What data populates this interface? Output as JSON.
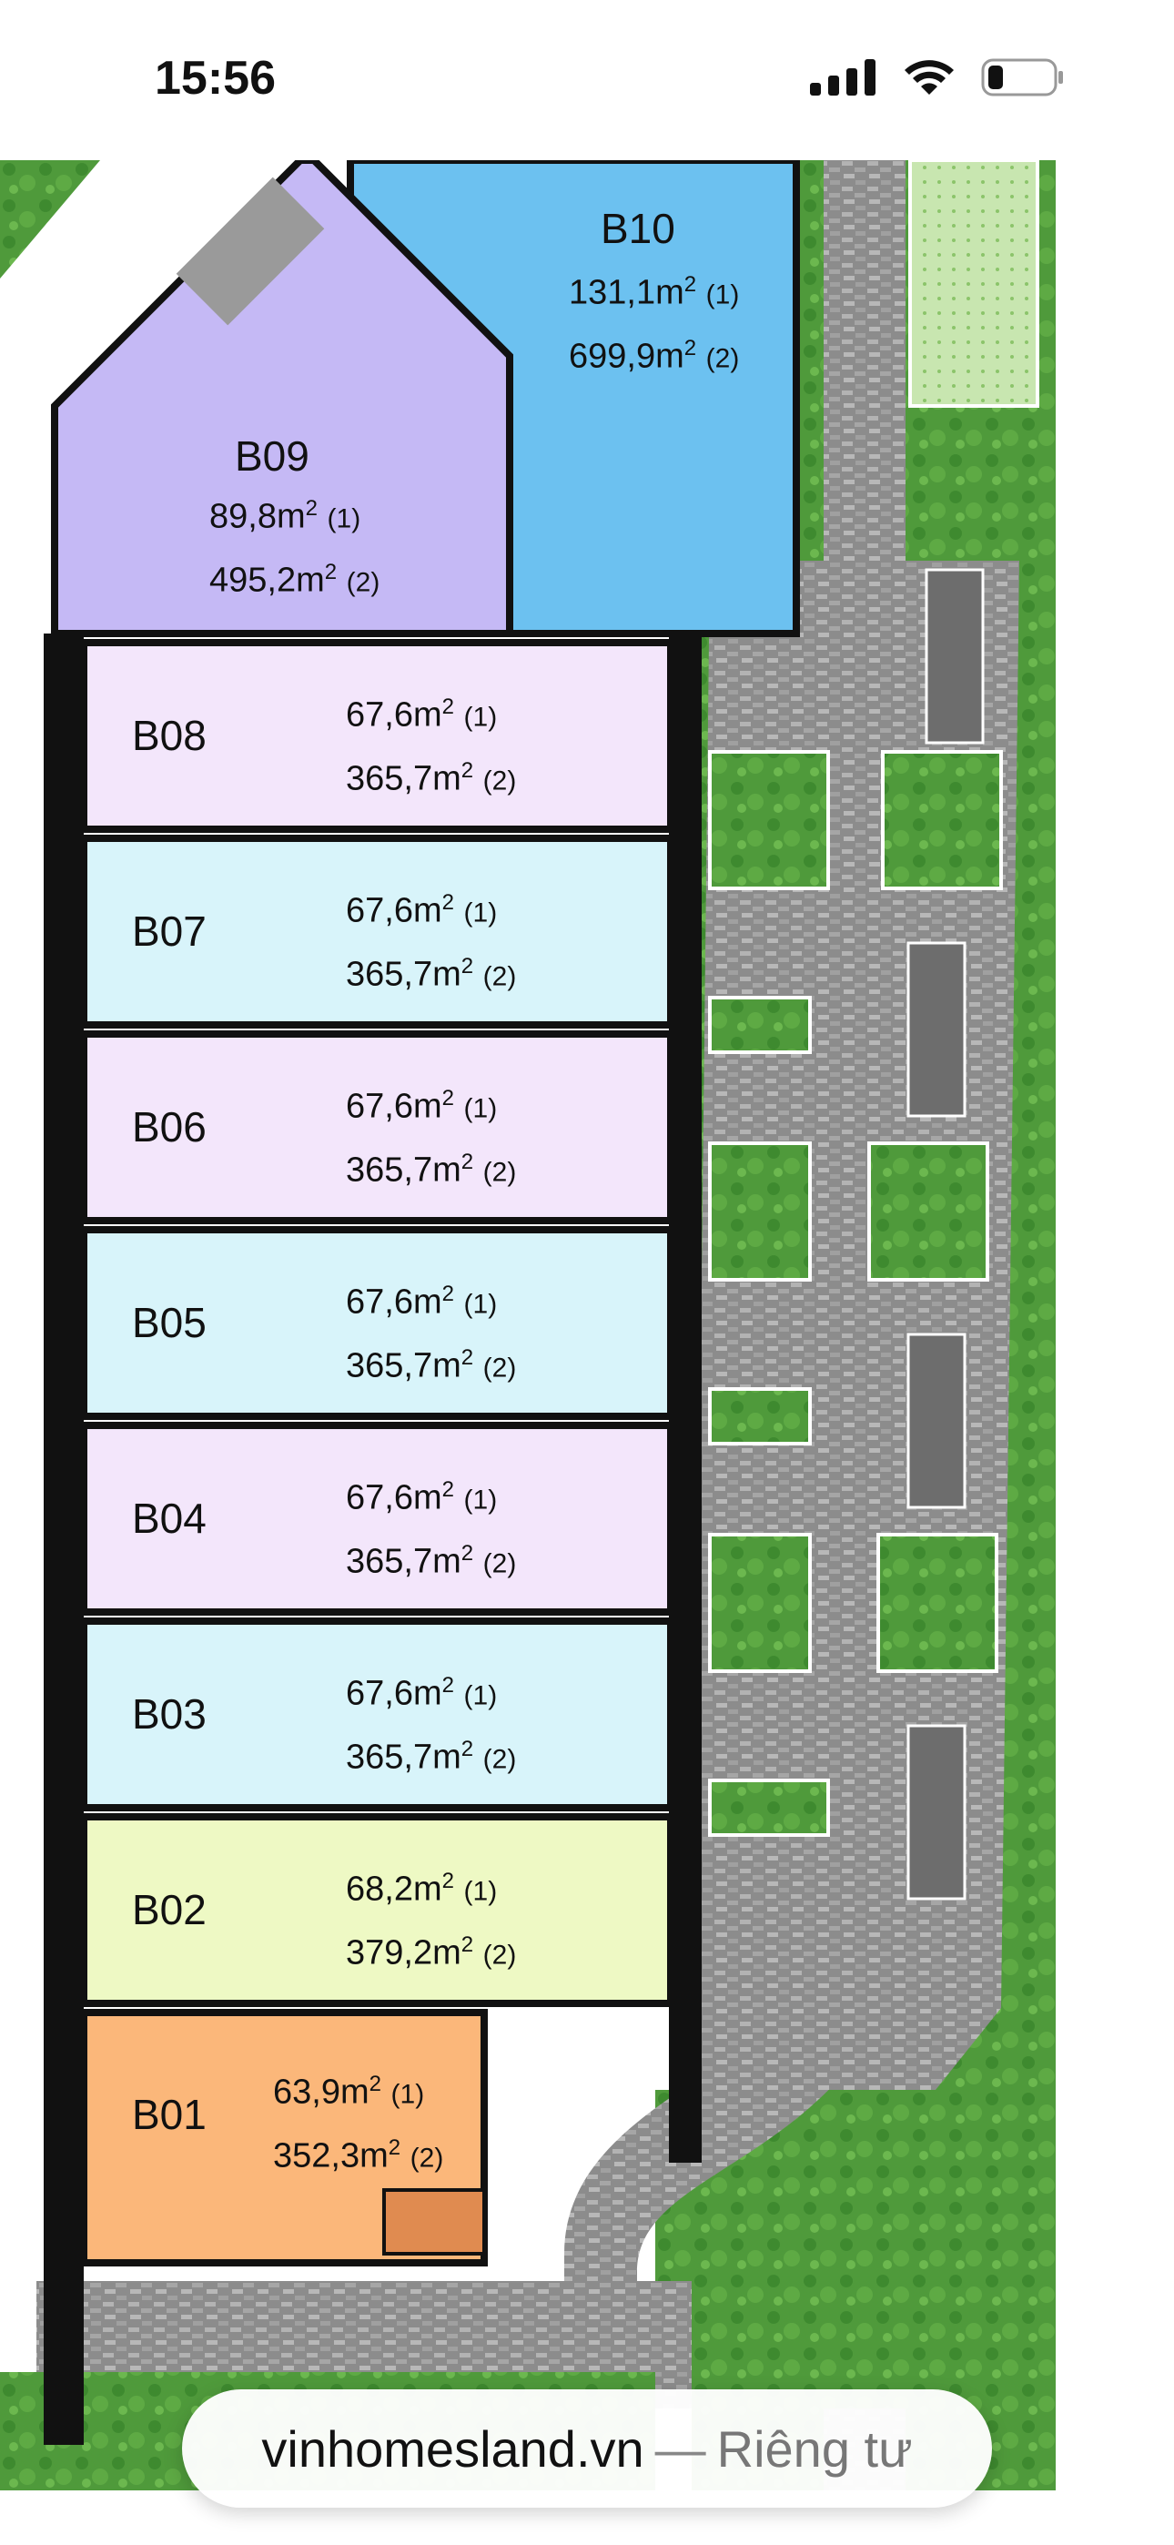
{
  "status_bar": {
    "time": "15:56"
  },
  "units": [
    {
      "id": "B10",
      "area1": "131,1m",
      "area2": "699,9m"
    },
    {
      "id": "B09",
      "area1": "89,8m",
      "area2": "495,2m"
    },
    {
      "id": "B08",
      "area1": "67,6m",
      "area2": "365,7m"
    },
    {
      "id": "B07",
      "area1": "67,6m",
      "area2": "365,7m"
    },
    {
      "id": "B06",
      "area1": "67,6m",
      "area2": "365,7m"
    },
    {
      "id": "B05",
      "area1": "67,6m",
      "area2": "365,7m"
    },
    {
      "id": "B04",
      "area1": "67,6m",
      "area2": "365,7m"
    },
    {
      "id": "B03",
      "area1": "67,6m",
      "area2": "365,7m"
    },
    {
      "id": "B02",
      "area1": "68,2m",
      "area2": "379,2m"
    },
    {
      "id": "B01",
      "area1": "63,9m",
      "area2": "352,3m"
    }
  ],
  "notes": {
    "sup": "2",
    "n1": "(1)",
    "n2": "(2)"
  },
  "colors": {
    "b10": "#6cc1f0",
    "b09": "#c5b9f5",
    "pink": "#f3e6fb",
    "cyan": "#d8f4fa",
    "lime": "#eef9c4",
    "orange": "#fbb77a",
    "green": "#4f9a3b",
    "path": "#8f8f8f"
  },
  "url_bar": {
    "domain": "vinhomesland.vn",
    "separator": "—",
    "privacy": "Riêng tư"
  }
}
